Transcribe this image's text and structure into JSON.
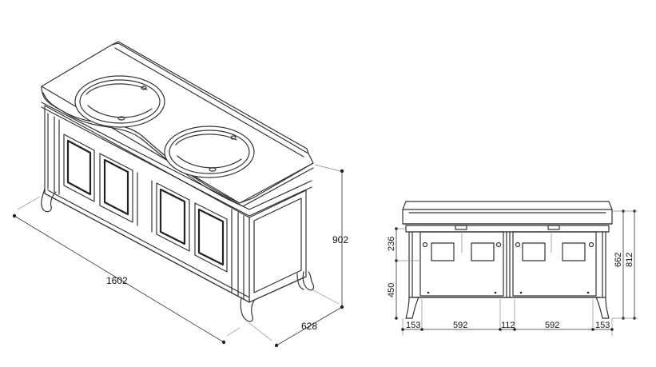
{
  "iso_dimensions": {
    "width": "1602",
    "height": "902",
    "depth": "628"
  },
  "front_dimensions": {
    "top_section": "236",
    "bottom_section": "450",
    "body_height": "662",
    "overall_height": "812",
    "bottom_row": [
      "153",
      "592",
      "112",
      "592",
      "153"
    ]
  }
}
